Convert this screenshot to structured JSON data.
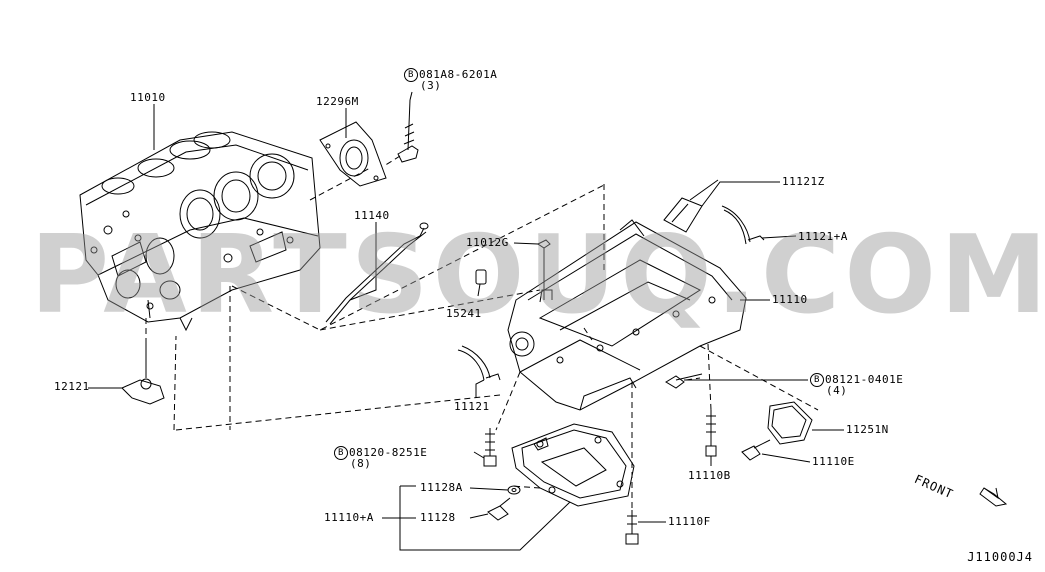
{
  "watermark": "PARTSOUQ.COM",
  "diagram_code": "J11000J4",
  "front_label": "FRONT",
  "bolt_symbol": "B",
  "parts": [
    {
      "id": "p-11010",
      "text": "11010"
    },
    {
      "id": "p-12296m",
      "text": "12296M"
    },
    {
      "id": "p-081a8",
      "text": "081A8-6201A",
      "qty": "(3)",
      "bolt": true
    },
    {
      "id": "p-11140",
      "text": "11140"
    },
    {
      "id": "p-11121z",
      "text": "11121Z"
    },
    {
      "id": "p-11121a",
      "text": "11121+A"
    },
    {
      "id": "p-11012g",
      "text": "11012G"
    },
    {
      "id": "p-15241",
      "text": "15241"
    },
    {
      "id": "p-11110",
      "text": "11110"
    },
    {
      "id": "p-12121",
      "text": "12121"
    },
    {
      "id": "p-11121",
      "text": "11121"
    },
    {
      "id": "p-08121",
      "text": "08121-0401E",
      "qty": "(4)",
      "bolt": true
    },
    {
      "id": "p-11251n",
      "text": "11251N"
    },
    {
      "id": "p-08120",
      "text": "08120-8251E",
      "qty": "(8)",
      "bolt": true
    },
    {
      "id": "p-11110b",
      "text": "11110B"
    },
    {
      "id": "p-11110e",
      "text": "11110E"
    },
    {
      "id": "p-11128a",
      "text": "11128A"
    },
    {
      "id": "p-11110a",
      "text": "11110+A"
    },
    {
      "id": "p-11128",
      "text": "11128"
    },
    {
      "id": "p-11110f",
      "text": "11110F"
    }
  ]
}
